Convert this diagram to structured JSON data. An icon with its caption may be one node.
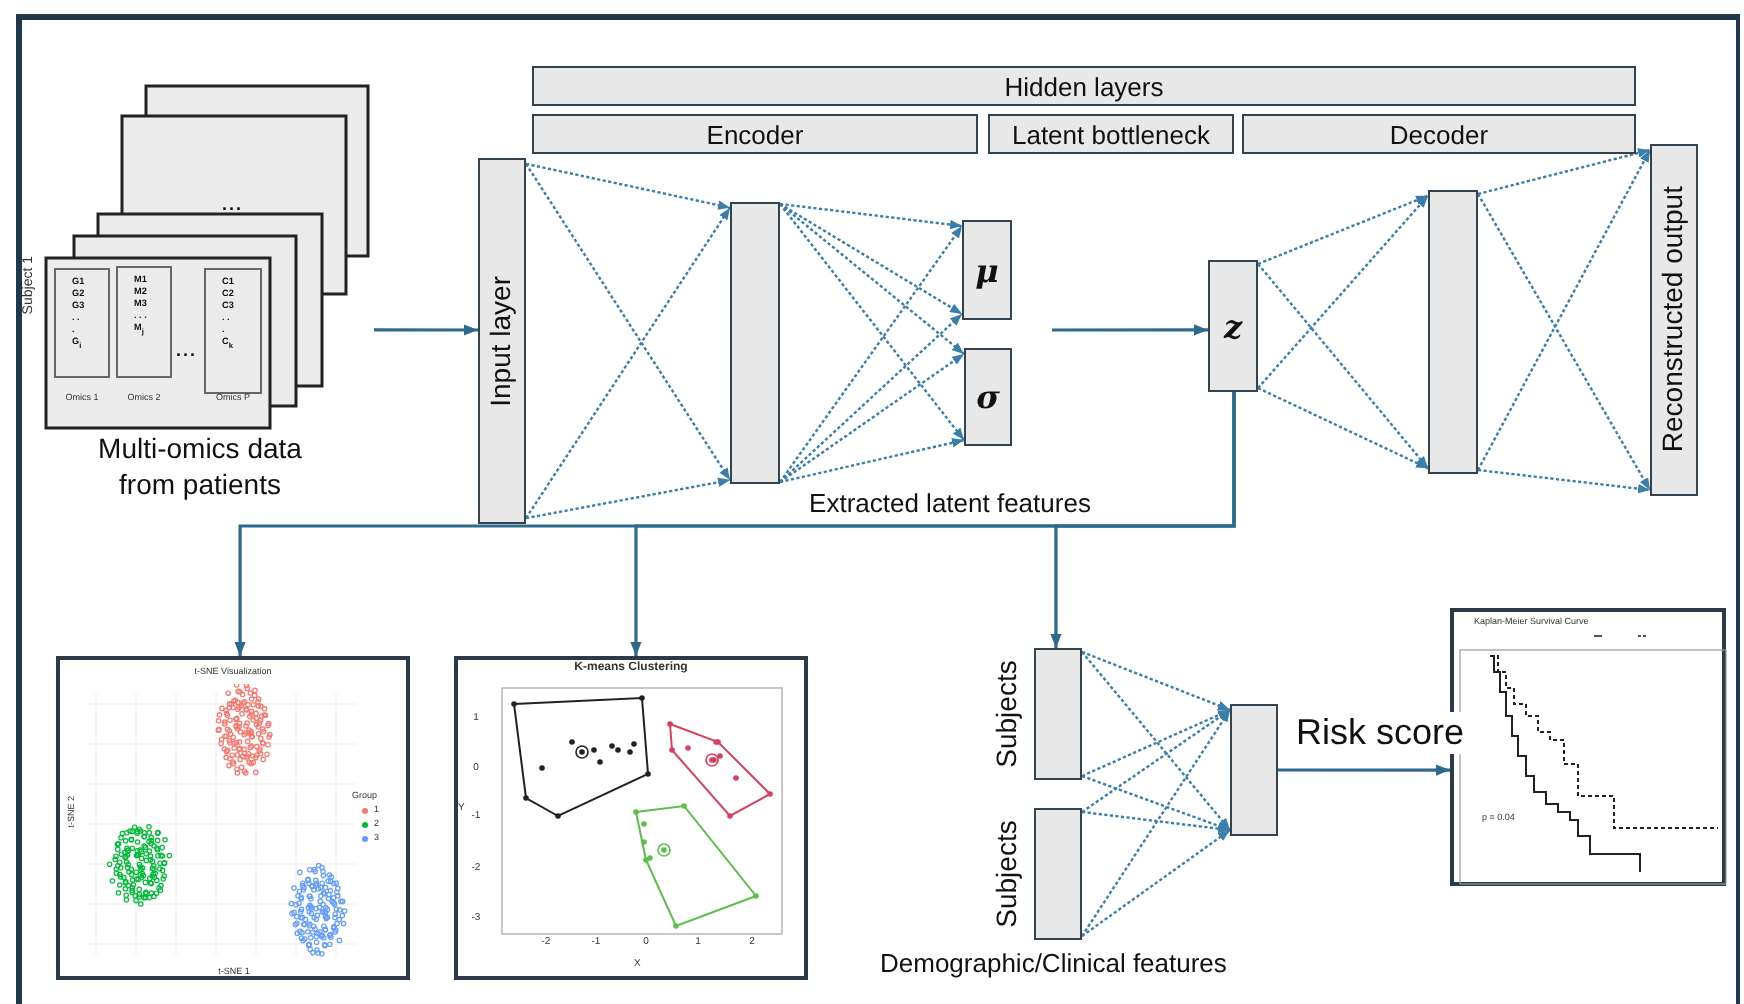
{
  "diagram": {
    "nodes": [
      {
        "text": [
          "Multi-omics data from patients"
        ]
      },
      {
        "text": [
          "G1 G2 G3 . . . G$_{i}$"
        ],
        "in": 0
      },
      {
        "text": [
          "M1 M2 M3 . . . M$_{j}$"
        ],
        "in": 0
      },
      {
        "text": [
          "C1 C2 C3 . . . C$_{k}$"
        ],
        "in": 0
      },
      {
        "text": [
          "Hidden layers"
        ]
      },
      {
        "text": [
          "Encoder"
        ]
      },
      {
        "text": [
          "Latent bottleneck"
        ]
      },
      {
        "text": [
          "Decoder"
        ]
      },
      {
        "text": [
          "Input layer"
        ]
      },
      {
        "text": [],
        "shape": "box"
      },
      {
        "text": [
          "μ"
        ]
      },
      {
        "text": [
          "σ"
        ]
      },
      {
        "text": [
          "z"
        ]
      },
      {
        "text": [],
        "shape": "box"
      },
      {
        "text": [
          "Reconstructed output"
        ]
      },
      {
        "text": [
          "t-SNE Visualization"
        ]
      },
      {
        "text": [
          "K-means Clustering"
        ]
      },
      {
        "text": [
          "Subjects"
        ]
      },
      {
        "text": [
          "Subjects"
        ],
        "beside": [
          "Demographic/Clinical features"
        ]
      },
      {
        "text": [],
        "shape": "box"
      },
      {
        "text": [
          "Kaplan-Meier Survival Curve"
        ]
      }
    ],
    "edges": [
      {
        "from": 0,
        "to": 8,
        "arrow": "to"
      },
      {
        "from": 8,
        "to": 9,
        "arrow": "to",
        "style": "dashed"
      },
      {
        "from": 8,
        "to": 9,
        "arrow": "to",
        "style": "dashed"
      },
      {
        "from": 8,
        "to": 9,
        "arrow": "to",
        "style": "dashed"
      },
      {
        "from": 8,
        "to": 9,
        "arrow": "to",
        "style": "dashed"
      },
      {
        "from": 9,
        "to": 10,
        "arrow": "to",
        "style": "dashed"
      },
      {
        "from": 9,
        "to": 10,
        "arrow": "to",
        "style": "dashed"
      },
      {
        "from": 9,
        "to": 10,
        "arrow": "to",
        "style": "dashed"
      },
      {
        "from": 9,
        "to": 10,
        "arrow": "to",
        "style": "dashed"
      },
      {
        "from": 9,
        "to": 11,
        "arrow": "to",
        "style": "dashed"
      },
      {
        "from": 9,
        "to": 11,
        "arrow": "to",
        "style": "dashed"
      },
      {
        "from": 9,
        "to": 11,
        "arrow": "to",
        "style": "dashed"
      },
      {
        "from": 9,
        "to": 11,
        "arrow": "to",
        "style": "dashed"
      },
      {
        "from": null,
        "to": 12,
        "arrow": "to"
      },
      {
        "from": 12,
        "to": 13,
        "arrow": "to",
        "style": "dashed"
      },
      {
        "from": 12,
        "to": 13,
        "arrow": "to",
        "style": "dashed"
      },
      {
        "from": 12,
        "to": 13,
        "arrow": "to",
        "style": "dashed"
      },
      {
        "from": 12,
        "to": 13,
        "arrow": "to",
        "style": "dashed"
      },
      {
        "from": 13,
        "to": 14,
        "arrow": "to",
        "style": "dashed"
      },
      {
        "from": 13,
        "to": 14,
        "arrow": "to",
        "style": "dashed"
      },
      {
        "from": 13,
        "to": 14,
        "arrow": "to",
        "style": "dashed"
      },
      {
        "from": 13,
        "to": 14,
        "arrow": "to",
        "style": "dashed"
      },
      {
        "from": 12,
        "to": 15,
        "arrow": "to"
      },
      {
        "from": 12,
        "to": 16,
        "arrow": "to"
      },
      {
        "from": 12,
        "to": 17,
        "arrow": "to"
      },
      {
        "from": 17,
        "to": 19,
        "arrow": "to",
        "style": "dashed"
      },
      {
        "from": 17,
        "to": 19,
        "arrow": "to",
        "style": "dashed"
      },
      {
        "from": 17,
        "to": 19,
        "arrow": "to",
        "style": "dashed"
      },
      {
        "from": 17,
        "to": 19,
        "arrow": "to",
        "style": "dashed"
      },
      {
        "from": 18,
        "to": 19,
        "arrow": "to",
        "style": "dashed"
      },
      {
        "from": 18,
        "to": 19,
        "arrow": "to",
        "style": "dashed"
      },
      {
        "from": 18,
        "to": 19,
        "arrow": "to",
        "style": "dashed"
      },
      {
        "from": 18,
        "to": 19,
        "arrow": "to",
        "style": "dashed"
      },
      {
        "from": 19,
        "to": 20,
        "arrow": "to",
        "label": "Risk score"
      }
    ],
    "labels": [
      "...",
      "Subject 1",
      "...",
      "Omics 1",
      "Omics 2",
      "Omics P",
      "Extracted latent features",
      "t-SNE 2",
      "Group",
      "t-SNE 1",
      "1",
      "0",
      "-1",
      "-2",
      "-3",
      "Y",
      "-2",
      "-1",
      "0",
      "1",
      "2",
      "X",
      "p = 0.04"
    ],
    "legend": [
      {
        "text": "1",
        "color": "#f8766d"
      },
      {
        "text": "2",
        "color": "#00ba38"
      },
      {
        "text": "3",
        "color": "#619cff"
      }
    ]
  }
}
